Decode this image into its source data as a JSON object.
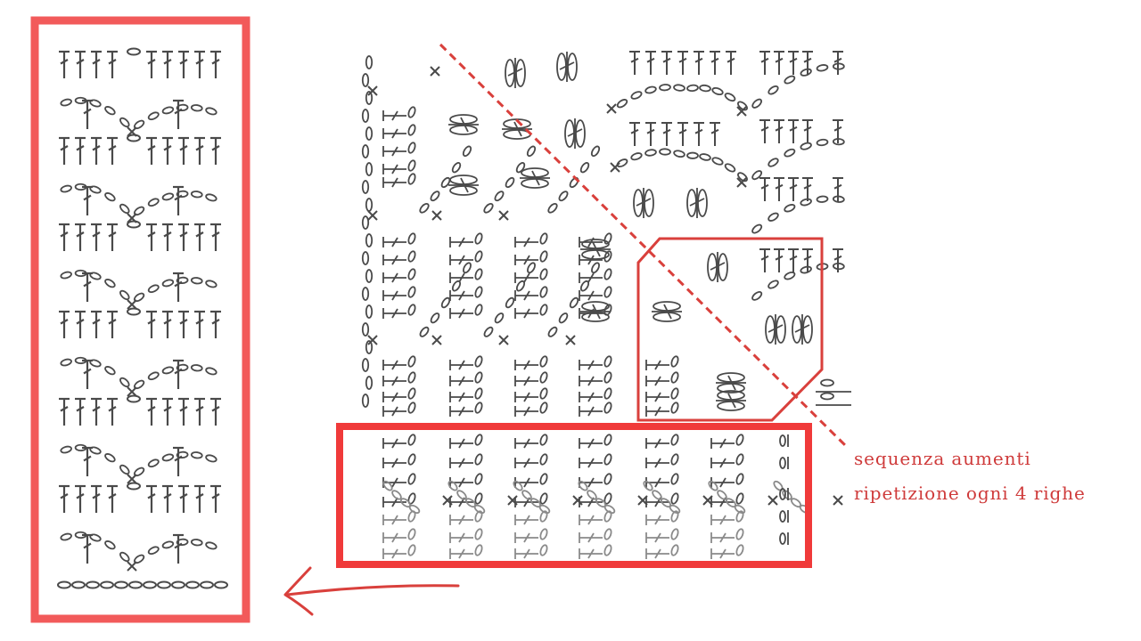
{
  "annotation": {
    "line1": "sequenza aumenti",
    "line2": "ripetizione ogni 4 righe"
  },
  "colors": {
    "highlight": "#f25a5a",
    "dashed": "#d9403c",
    "text": "#cf3b3b",
    "stitch": "#4a4a4a",
    "stitch_light": "#8a8a8a"
  },
  "icons": {
    "arrow": "arrow-left-icon",
    "diagonal": "dashed-diagonal-line"
  }
}
